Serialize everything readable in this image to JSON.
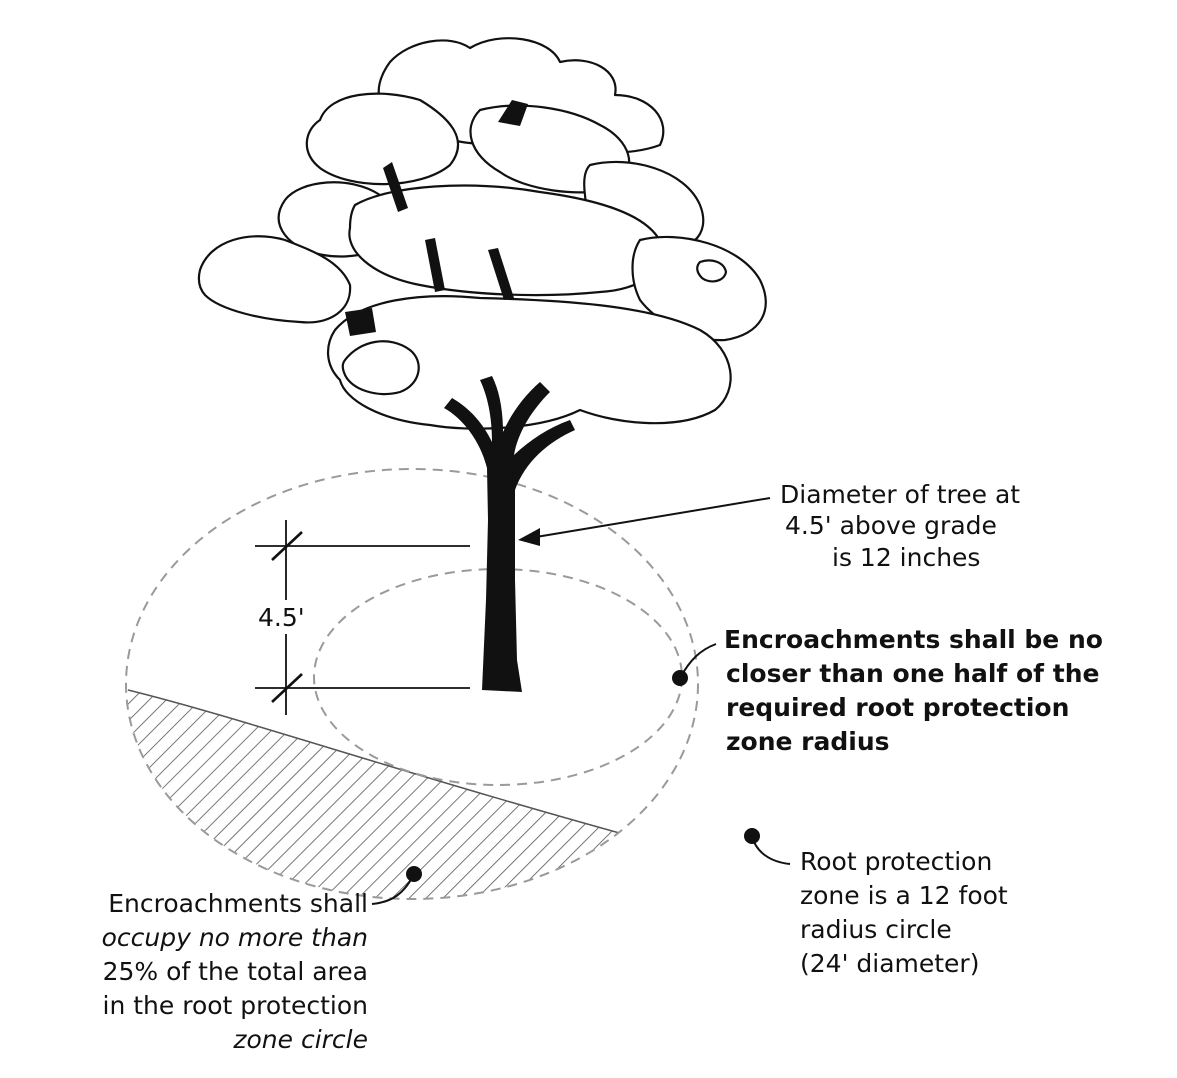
{
  "labels": {
    "height_marker": "4.5'",
    "dbh_note": [
      "Diameter of tree at",
      "4.5' above grade",
      "is 12 inches"
    ],
    "half_radius_note": [
      "Encroachments shall be no",
      "closer than one half of the",
      "required root protection",
      "zone radius"
    ],
    "rpz_note": [
      "Root protection",
      "zone is a 12 foot",
      "radius circle",
      "(24' diameter)"
    ],
    "encroach_note": [
      "Encroachments shall",
      "occupy no more than",
      "25% of the total area",
      "in the root protection",
      "zone circle"
    ]
  },
  "colors": {
    "ink": "#111111",
    "dash": "#9a9a9a",
    "hatch": "#555555",
    "background": "#ffffff"
  }
}
